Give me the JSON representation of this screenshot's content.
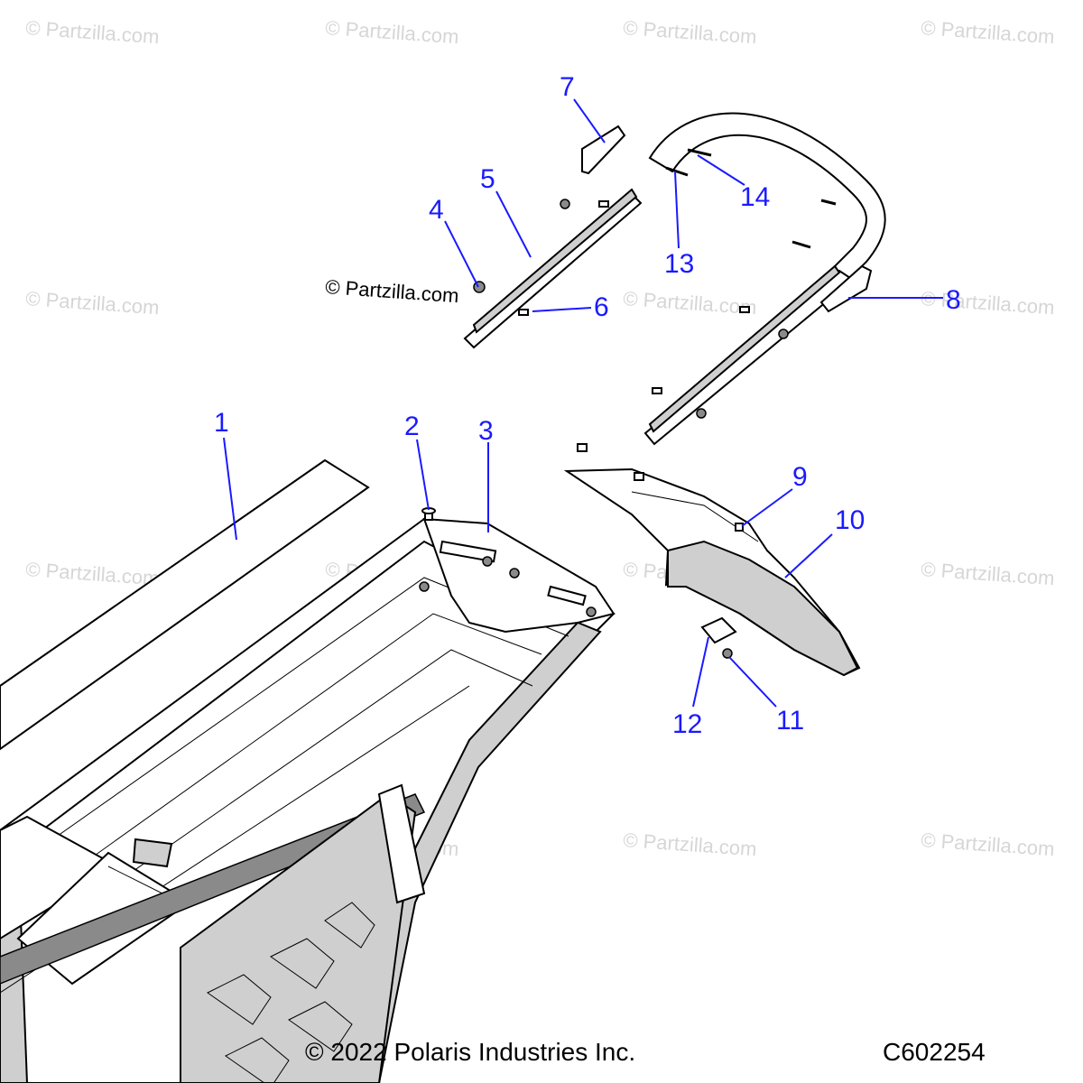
{
  "watermark_text": "© Partzilla.com",
  "diagram_copyright": "© Partzilla.com",
  "footer": {
    "copyright": "© 2022 Polaris Industries Inc.",
    "diagram_code": "C602254"
  },
  "callouts": [
    "1",
    "2",
    "3",
    "4",
    "5",
    "6",
    "7",
    "8",
    "9",
    "10",
    "11",
    "12",
    "13",
    "14"
  ],
  "colors": {
    "callout": "#1a1aff",
    "watermark": "#d6d6d6",
    "line": "#000000"
  }
}
